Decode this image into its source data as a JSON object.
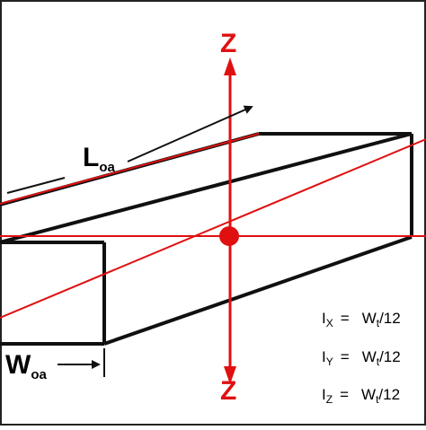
{
  "diagram": {
    "axis_color": "#e01010",
    "outline_color": "#101010",
    "axis_label_top": "Z",
    "axis_label_bottom": "Z",
    "length_label": {
      "main": "L",
      "sub": "oa"
    },
    "width_label": {
      "main": "W",
      "sub": "oa"
    },
    "formulas": [
      {
        "lhs_main": "I",
        "lhs_sub": "X",
        "eq": "=",
        "rhs_main": "W",
        "rhs_sub": "t",
        "rhs_tail": "/12"
      },
      {
        "lhs_main": "I",
        "lhs_sub": "Y",
        "eq": "=",
        "rhs_main": "W",
        "rhs_sub": "t",
        "rhs_tail": "/12"
      },
      {
        "lhs_main": "I",
        "lhs_sub": "Z",
        "eq": "=",
        "rhs_main": "W",
        "rhs_sub": "t",
        "rhs_tail": "/12"
      }
    ]
  }
}
